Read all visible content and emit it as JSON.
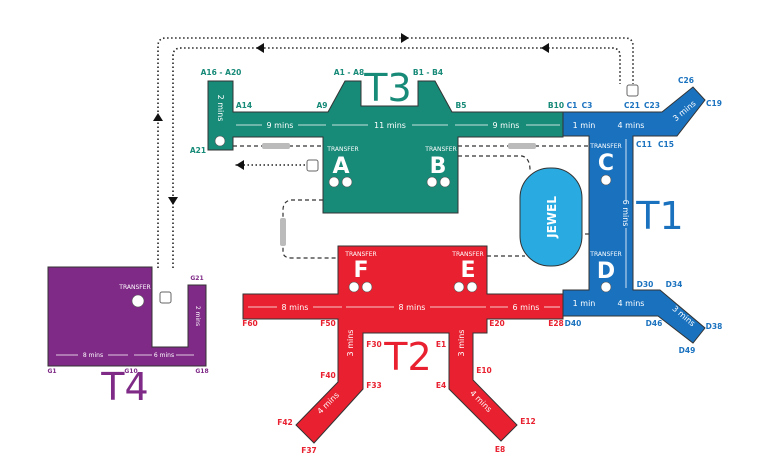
{
  "colors": {
    "t1": "#1a72bf",
    "t2": "#e8202f",
    "t3": "#178a78",
    "t4": "#7f2a87",
    "jewel": "#29abe2"
  },
  "terminals": {
    "t3": {
      "name": "T3",
      "gates": [
        "A16 - A20",
        "A14",
        "A9",
        "A1 - A8",
        "B1 - B4",
        "B5",
        "B10",
        "A21"
      ],
      "times": [
        "9 mins",
        "11 mins",
        "9 mins",
        "2 mins"
      ],
      "piers": [
        {
          "letter": "A",
          "transfer": "TRANSFER"
        },
        {
          "letter": "B",
          "transfer": "TRANSFER"
        }
      ]
    },
    "t1": {
      "name": "T1",
      "gates": [
        "C1",
        "C3",
        "C21",
        "C23",
        "C26",
        "C19",
        "C11",
        "C15",
        "D30",
        "D34",
        "D40",
        "D46",
        "D38",
        "D49"
      ],
      "times": [
        "1 min",
        "4 mins",
        "3 mins",
        "6 mins",
        "1 min",
        "4 mins",
        "3 mins"
      ],
      "piers": [
        {
          "letter": "C",
          "transfer": "TRANSFER"
        },
        {
          "letter": "D",
          "transfer": "TRANSFER"
        }
      ]
    },
    "t2": {
      "name": "T2",
      "gates": [
        "F60",
        "F50",
        "E20",
        "E28",
        "F30",
        "E1",
        "F40",
        "F33",
        "E4",
        "E10",
        "F42",
        "F37",
        "E12",
        "E8"
      ],
      "times": [
        "8 mins",
        "8 mins",
        "6 mins",
        "3 mins",
        "3 mins",
        "4 mins",
        "4 mins"
      ],
      "piers": [
        {
          "letter": "F",
          "transfer": "TRANSFER"
        },
        {
          "letter": "E",
          "transfer": "TRANSFER"
        }
      ]
    },
    "t4": {
      "name": "T4",
      "gates": [
        "G21",
        "G1",
        "G10",
        "G18"
      ],
      "times": [
        "8 mins",
        "6 mins",
        "2 mins"
      ],
      "transfer": "TRANSFER"
    }
  },
  "jewel": {
    "label": "JEWEL"
  }
}
